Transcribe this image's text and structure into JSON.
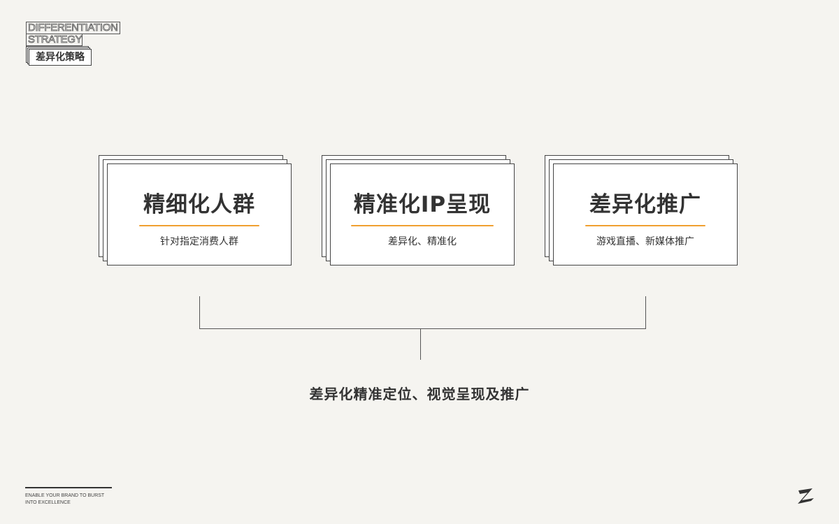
{
  "header": {
    "line1": "DIFFERENTIATION",
    "line2": "STRATEGY",
    "title_cn": "差异化策略"
  },
  "cards": [
    {
      "title": "精细化人群",
      "subtitle": "针对指定消费人群"
    },
    {
      "title": "精准化IP呈现",
      "subtitle": "差异化、精准化"
    },
    {
      "title": "差异化推广",
      "subtitle": "游戏直播、新媒体推广"
    }
  ],
  "summary": "差异化精准定位、视觉呈现及推广",
  "footer": {
    "tagline_line1": "ENABLE YOUR BRAND TO BURST",
    "tagline_line2": "INTO EXCELLENCE"
  },
  "colors": {
    "background": "#f5f4f0",
    "accent": "#f0a030",
    "text": "#333333"
  }
}
